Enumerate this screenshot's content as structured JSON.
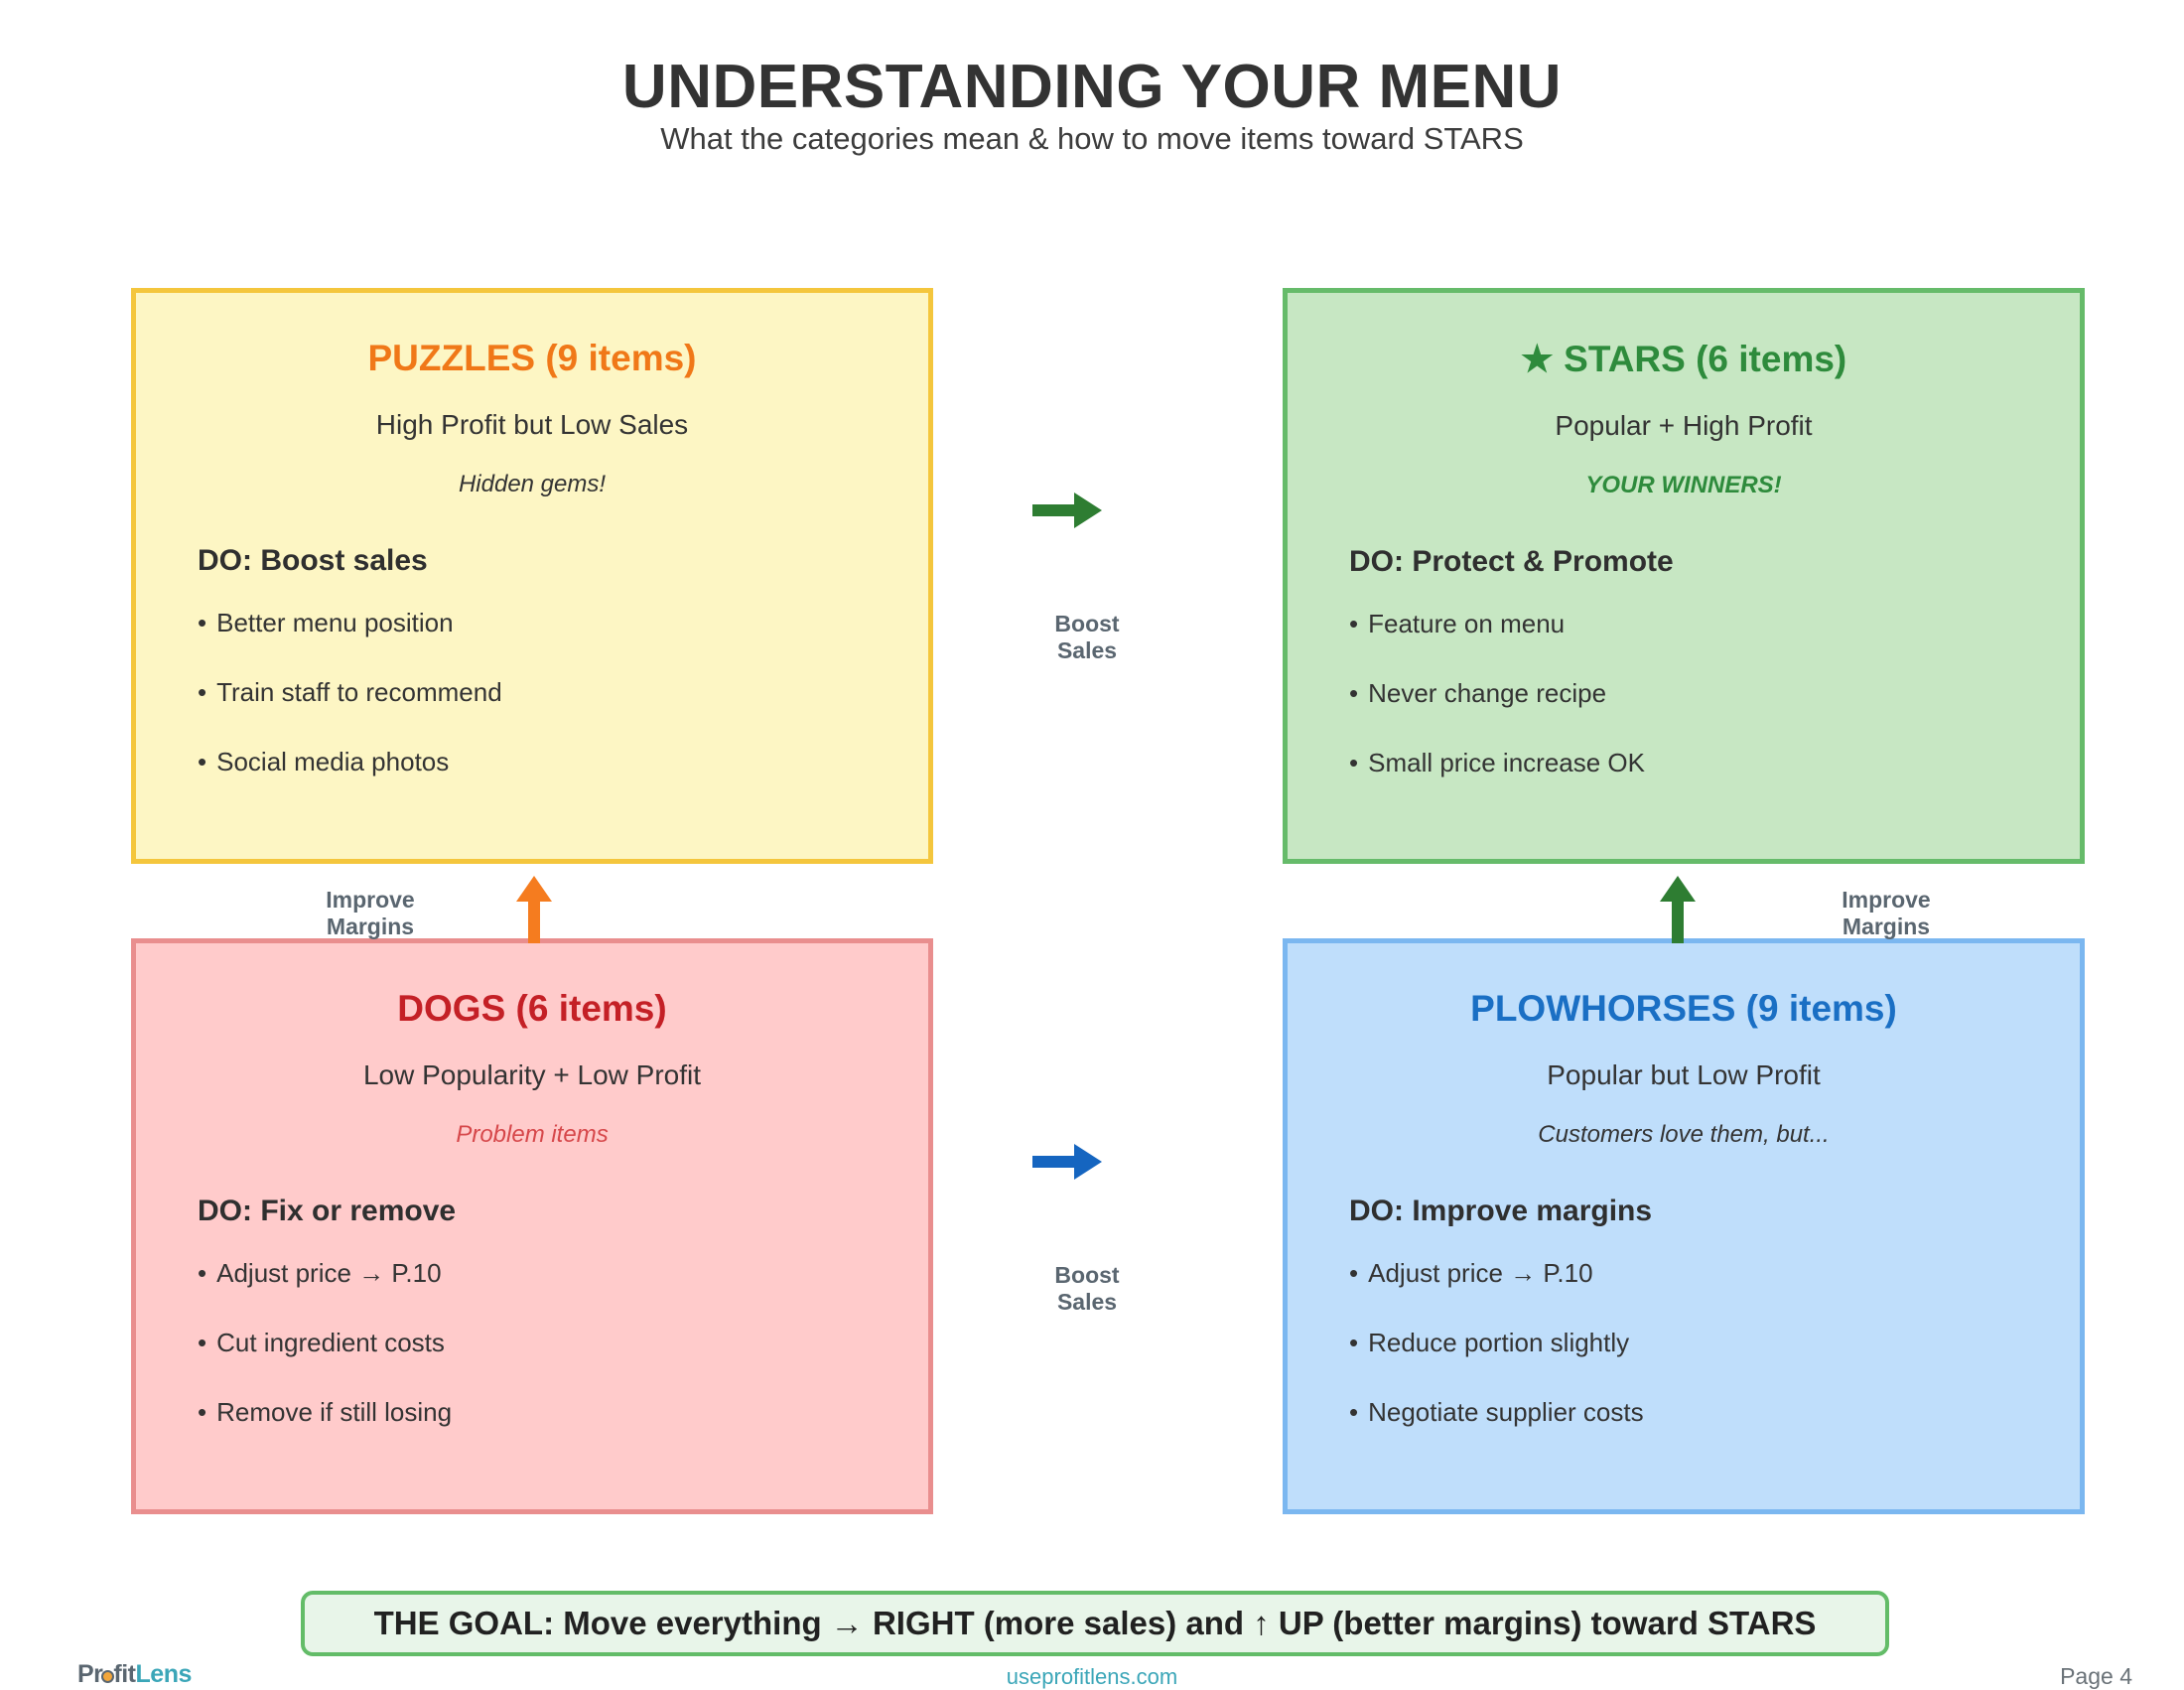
{
  "header": {
    "title": "UNDERSTANDING YOUR MENU",
    "subtitle": "What the categories mean & how to move items toward STARS"
  },
  "quadrants": [
    {
      "id": "puzzles",
      "title": "PUZZLES (9 items)",
      "subtitle": "High Profit but Low Sales",
      "tagline": "Hidden gems!",
      "action": "DO: Boost sales",
      "bullets": [
        "Better menu position",
        "Train staff to recommend",
        "Social media photos"
      ],
      "title_color": "#F07818",
      "fill_color": "#FDF6C4",
      "border_color": "#F4C63D"
    },
    {
      "id": "stars",
      "title": "★ STARS (6 items)",
      "subtitle": "Popular + High Profit",
      "tagline": "YOUR WINNERS!",
      "action": "DO: Protect & Promote",
      "bullets": [
        "Feature on menu",
        "Never change recipe",
        "Small price increase OK"
      ],
      "title_color": "#2E8B3C",
      "fill_color": "#C7E7C3",
      "border_color": "#66BB6A"
    },
    {
      "id": "dogs",
      "title": "DOGS (6 items)",
      "subtitle": "Low Popularity + Low Profit",
      "tagline": "Problem items",
      "action": "DO: Fix or remove",
      "bullets": [
        "Adjust price → P.10",
        "Cut ingredient costs",
        "Remove if still losing"
      ],
      "title_color": "#C42026",
      "fill_color": "#FFCBCB",
      "border_color": "#E98E8E"
    },
    {
      "id": "plowhorses",
      "title": "PLOWHORSES (9 items)",
      "subtitle": "Popular but Low Profit",
      "tagline": "Customers love them, but...",
      "action": "DO: Improve margins",
      "bullets": [
        "Adjust price → P.10",
        "Reduce portion slightly",
        "Negotiate supplier costs"
      ],
      "title_color": "#1A6FC4",
      "fill_color": "#BFDEFB",
      "border_color": "#7BB7F0"
    }
  ],
  "connectors": {
    "boost_top": {
      "label": "Boost\nSales",
      "arrow": "arrow-right-icon",
      "color": "#2E7D32"
    },
    "boost_bottom": {
      "label": "Boost\nSales",
      "arrow": "arrow-right-icon",
      "color": "#1565C0"
    },
    "margins_left": {
      "label": "Improve\nMargins",
      "arrow": "arrow-up-icon",
      "color": "#F57C1F"
    },
    "margins_right": {
      "label": "Improve\nMargins",
      "arrow": "arrow-up-icon",
      "color": "#2E7D32"
    }
  },
  "goal": {
    "text": "THE GOAL: Move everything → RIGHT (more sales) and ↑ UP (better margins) toward STARS",
    "fill_color": "#E8F5E9",
    "border_color": "#63BC68"
  },
  "footer": {
    "logo_first": "Pr",
    "logo_second": "fit",
    "logo_third": "Lens",
    "site": "useprofitlens.com",
    "page": "Page 4"
  }
}
